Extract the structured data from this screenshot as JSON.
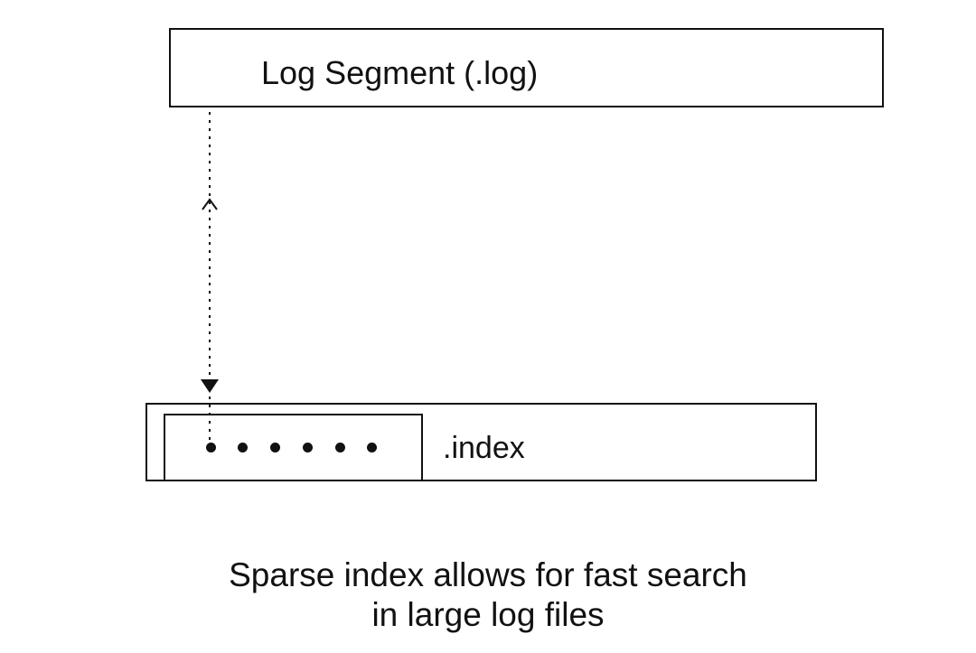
{
  "log_segment": {
    "label": "Log Segment (.log)"
  },
  "index_file": {
    "label": ".index",
    "entries_count": 6
  },
  "caption": {
    "line1": "Sparse index allows for fast search",
    "line2": "in large log files"
  },
  "colors": {
    "stroke": "#111111",
    "background": "#ffffff"
  }
}
